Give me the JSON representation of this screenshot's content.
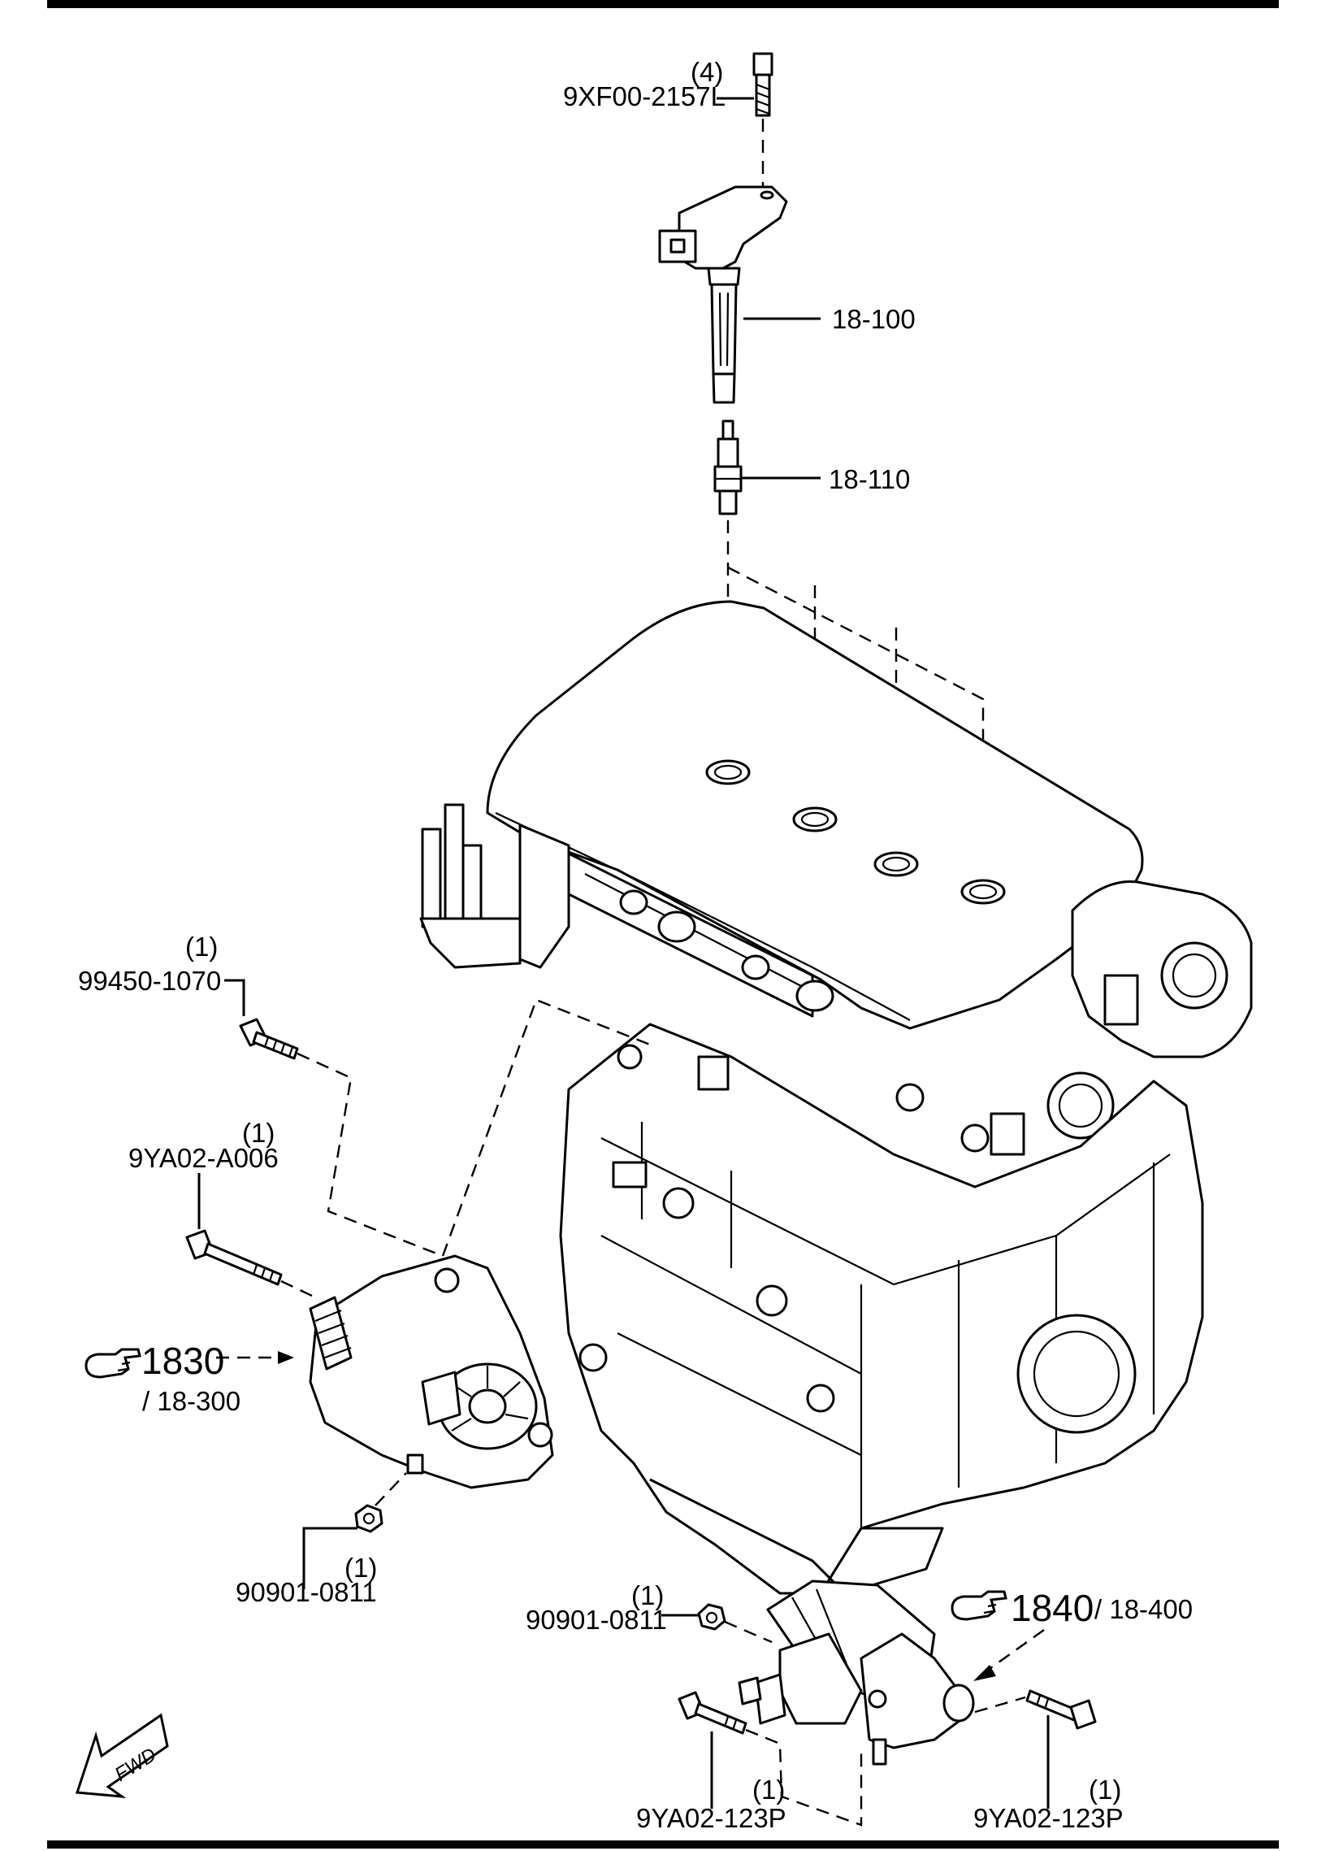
{
  "callouts": {
    "bolt_top_qty": "(4)",
    "bolt_top_pn": "9XF00-2157L",
    "ignition_coil_pn": "18-100",
    "spark_plug_pn": "18-110",
    "bolt_a_qty": "(1)",
    "bolt_a_pn": "99450-1070",
    "bolt_b_qty": "(1)",
    "bolt_b_pn": "9YA02-A006",
    "alt_ref_fig": "1830",
    "alt_ref_sub": "/ 18-300",
    "alt_nut_qty": "(1)",
    "alt_nut_pn": "90901-0811",
    "starter_nut_qty": "(1)",
    "starter_nut_pn": "90901-0811",
    "starter_ref_fig": "1840",
    "starter_ref_sub": "/ 18-400",
    "starter_bolt_l_qty": "(1)",
    "starter_bolt_l_pn": "9YA02-123P",
    "starter_bolt_r_qty": "(1)",
    "starter_bolt_r_pn": "9YA02-123P",
    "fwd": "FWD"
  },
  "icons": [
    "pointing-hand-icon",
    "fwd-arrow-icon"
  ]
}
